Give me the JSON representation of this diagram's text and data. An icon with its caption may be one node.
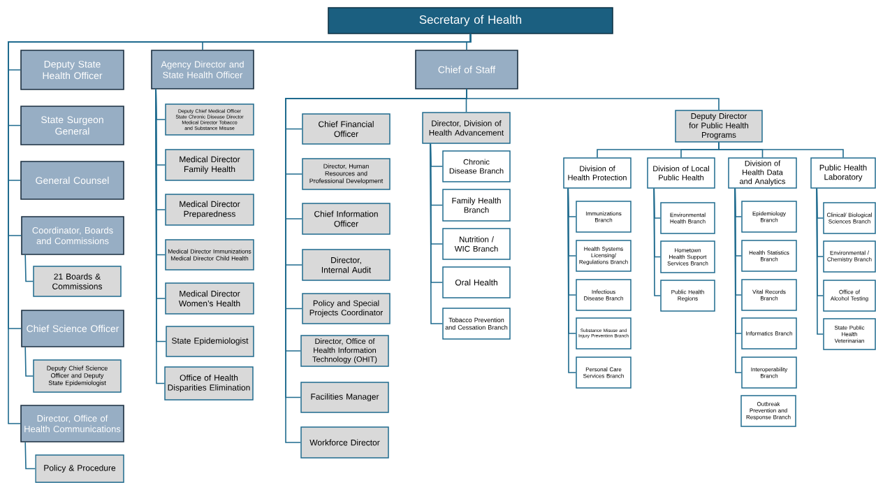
{
  "diagram": {
    "nodes": [
      {
        "text": [
          "Secretary of Health"
        ]
      },
      {
        "text": [
          "Deputy State Health Officer"
        ]
      },
      {
        "text": [
          "State Surgeon General"
        ]
      },
      {
        "text": [
          "General Counsel"
        ]
      },
      {
        "text": [
          "Coordinator, Boards and Commissions"
        ]
      },
      {
        "text": [
          "21 Boards & Commissions"
        ]
      },
      {
        "text": [
          "Chief Science Officer"
        ]
      },
      {
        "text": [
          "Deputy Chief Science Officer and Deputy State Epidemiologist"
        ]
      },
      {
        "text": [
          "Director, Office of Health Communications"
        ]
      },
      {
        "text": [
          "Policy & Procedure"
        ]
      },
      {
        "text": [
          "Agency Director and State Health Officer"
        ]
      },
      {
        "text": [
          "Deputy Chief Medical Officer State Chronic Disease Director Medical Director Tobacco and Substance Misuse"
        ]
      },
      {
        "text": [
          "Medical Director Family Health"
        ]
      },
      {
        "text": [
          "Medical Director Preparedness"
        ]
      },
      {
        "text": [
          "Medical Director Immunizations Medical Director Child Health"
        ]
      },
      {
        "text": [
          "Medical Director Women’s Health"
        ]
      },
      {
        "text": [
          "State Epidemiologist"
        ]
      },
      {
        "text": [
          "Office of Health Disparities Elimination"
        ]
      },
      {
        "text": [
          "Chief of Staff"
        ]
      },
      {
        "text": [
          "Chief Financial Officer"
        ]
      },
      {
        "text": [
          "Director, Human Resources and Professional Development"
        ]
      },
      {
        "text": [
          "Chief Information Officer"
        ]
      },
      {
        "text": [
          "Director, Internal Audit"
        ]
      },
      {
        "text": [
          "Policy and Special Projects Coordinator"
        ]
      },
      {
        "text": [
          "Director, Office of Health Information Technology (OHIT)"
        ]
      },
      {
        "text": [
          "Facilities Manager"
        ]
      },
      {
        "text": [
          "Workforce Director"
        ]
      },
      {
        "text": [
          "Director, Division of Health Advancement"
        ]
      },
      {
        "text": [
          "Chronic Disease Branch"
        ]
      },
      {
        "text": [
          "Family Health Branch"
        ]
      },
      {
        "text": [
          "Nutrition / WIC Branch"
        ]
      },
      {
        "text": [
          "Oral Health"
        ]
      },
      {
        "text": [
          "Tobacco Prevention and Cessation Branch"
        ]
      },
      {
        "text": [
          "Deputy Director for Public Health Programs"
        ]
      },
      {
        "text": [
          "Division of Health Protection"
        ]
      },
      {
        "text": [
          "Division of Local Public Health"
        ]
      },
      {
        "text": [
          "Division of Health Data and Analytics"
        ]
      },
      {
        "text": [
          "Public Health Laboratory"
        ]
      },
      {
        "text": [
          "Immunizations Branch"
        ]
      },
      {
        "text": [
          "Health Systems Licensing/ Regulations Branch"
        ]
      },
      {
        "text": [
          "Infectious Disease Branch"
        ]
      },
      {
        "text": [
          "Substance Misuse and Injury Prevention Branch"
        ]
      },
      {
        "text": [
          "Personal Care Services Branch"
        ]
      },
      {
        "text": [
          "Environmental Health Branch"
        ]
      },
      {
        "text": [
          "Hometown Health Support Services Branch"
        ]
      },
      {
        "text": [
          "Public Health Regions"
        ]
      },
      {
        "text": [
          "Epidemiology Branch"
        ]
      },
      {
        "text": [
          "Health Statistics Branch"
        ]
      },
      {
        "text": [
          "Vital Records Branch"
        ]
      },
      {
        "text": [
          "Informatics Branch"
        ]
      },
      {
        "text": [
          "Interoperability Branch"
        ]
      },
      {
        "text": [
          "Outbreak Prevention and Response Branch"
        ]
      },
      {
        "text": [
          "Clinical/ Biological Sciences Branch"
        ]
      },
      {
        "text": [
          "Environmental / Chemistry Branch"
        ]
      },
      {
        "text": [
          "Office of Alcohol Testing"
        ]
      },
      {
        "text": [
          "State Public Health Veterinarian"
        ]
      }
    ],
    "edges": [
      {
        "from": 0,
        "to": 1,
        "arrow": "none"
      },
      {
        "from": 0,
        "to": 2,
        "arrow": "none"
      },
      {
        "from": 0,
        "to": 3,
        "arrow": "none"
      },
      {
        "from": 0,
        "to": 4,
        "arrow": "none"
      },
      {
        "from": 4,
        "to": 5,
        "arrow": "none"
      },
      {
        "from": 0,
        "to": 6,
        "arrow": "none"
      },
      {
        "from": 6,
        "to": 7,
        "arrow": "none"
      },
      {
        "from": 0,
        "to": 8,
        "arrow": "none"
      },
      {
        "from": 8,
        "to": 9,
        "arrow": "none"
      },
      {
        "from": 0,
        "to": 10,
        "arrow": "none"
      },
      {
        "from": 10,
        "to": 11,
        "arrow": "none"
      },
      {
        "from": 10,
        "to": 12,
        "arrow": "none"
      },
      {
        "from": 10,
        "to": 13,
        "arrow": "none"
      },
      {
        "from": 10,
        "to": 14,
        "arrow": "none"
      },
      {
        "from": 10,
        "to": 15,
        "arrow": "none"
      },
      {
        "from": 10,
        "to": 16,
        "arrow": "none"
      },
      {
        "from": 10,
        "to": 17,
        "arrow": "none"
      },
      {
        "from": 0,
        "to": 18,
        "arrow": "none"
      },
      {
        "from": 18,
        "to": 19,
        "arrow": "none"
      },
      {
        "from": 18,
        "to": 20,
        "arrow": "none"
      },
      {
        "from": 18,
        "to": 21,
        "arrow": "none"
      },
      {
        "from": 18,
        "to": 22,
        "arrow": "none"
      },
      {
        "from": 18,
        "to": 23,
        "arrow": "none"
      },
      {
        "from": 18,
        "to": 24,
        "arrow": "none"
      },
      {
        "from": 18,
        "to": 25,
        "arrow": "none"
      },
      {
        "from": 18,
        "to": 26,
        "arrow": "none"
      },
      {
        "from": 18,
        "to": 27,
        "arrow": "none"
      },
      {
        "from": 27,
        "to": 28,
        "arrow": "none"
      },
      {
        "from": 27,
        "to": 29,
        "arrow": "none"
      },
      {
        "from": 27,
        "to": 30,
        "arrow": "none"
      },
      {
        "from": 27,
        "to": 31,
        "arrow": "none"
      },
      {
        "from": 27,
        "to": 32,
        "arrow": "none"
      },
      {
        "from": 18,
        "to": 33,
        "arrow": "none"
      },
      {
        "from": 33,
        "to": 34,
        "arrow": "none"
      },
      {
        "from": 33,
        "to": 35,
        "arrow": "none"
      },
      {
        "from": 33,
        "to": 36,
        "arrow": "none"
      },
      {
        "from": 33,
        "to": 37,
        "arrow": "none"
      },
      {
        "from": 34,
        "to": 38,
        "arrow": "none"
      },
      {
        "from": 34,
        "to": 39,
        "arrow": "none"
      },
      {
        "from": 34,
        "to": 40,
        "arrow": "none"
      },
      {
        "from": 34,
        "to": 41,
        "arrow": "none"
      },
      {
        "from": 34,
        "to": 42,
        "arrow": "none"
      },
      {
        "from": 35,
        "to": 43,
        "arrow": "none"
      },
      {
        "from": 35,
        "to": 44,
        "arrow": "none"
      },
      {
        "from": 35,
        "to": 45,
        "arrow": "none"
      },
      {
        "from": 36,
        "to": 46,
        "arrow": "none"
      },
      {
        "from": 36,
        "to": 47,
        "arrow": "none"
      },
      {
        "from": 36,
        "to": 48,
        "arrow": "none"
      },
      {
        "from": 36,
        "to": 49,
        "arrow": "none"
      },
      {
        "from": 36,
        "to": 50,
        "arrow": "none"
      },
      {
        "from": 37,
        "to": 52,
        "arrow": "none"
      },
      {
        "from": 37,
        "to": 53,
        "arrow": "none"
      },
      {
        "from": 37,
        "to": 54,
        "arrow": "none"
      },
      {
        "from": 37,
        "to": 55,
        "arrow": "none"
      }
    ]
  }
}
